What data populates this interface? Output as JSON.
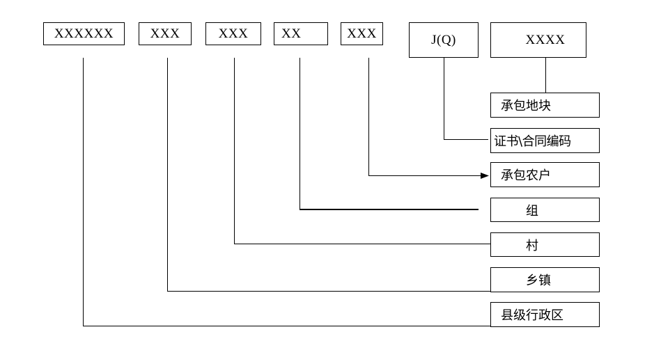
{
  "codes": {
    "county": "XXXXXX",
    "town": "XXX",
    "village": "XXX",
    "group": "XX",
    "household": "XXX",
    "certificate": "J(Q)",
    "plot": "XXXX"
  },
  "labels": {
    "plot": "承包地块",
    "certificate": "证书\\合同编码",
    "household": "承包农户",
    "group": "组",
    "village": "村",
    "town": "乡镇",
    "county": "县级行政区"
  }
}
